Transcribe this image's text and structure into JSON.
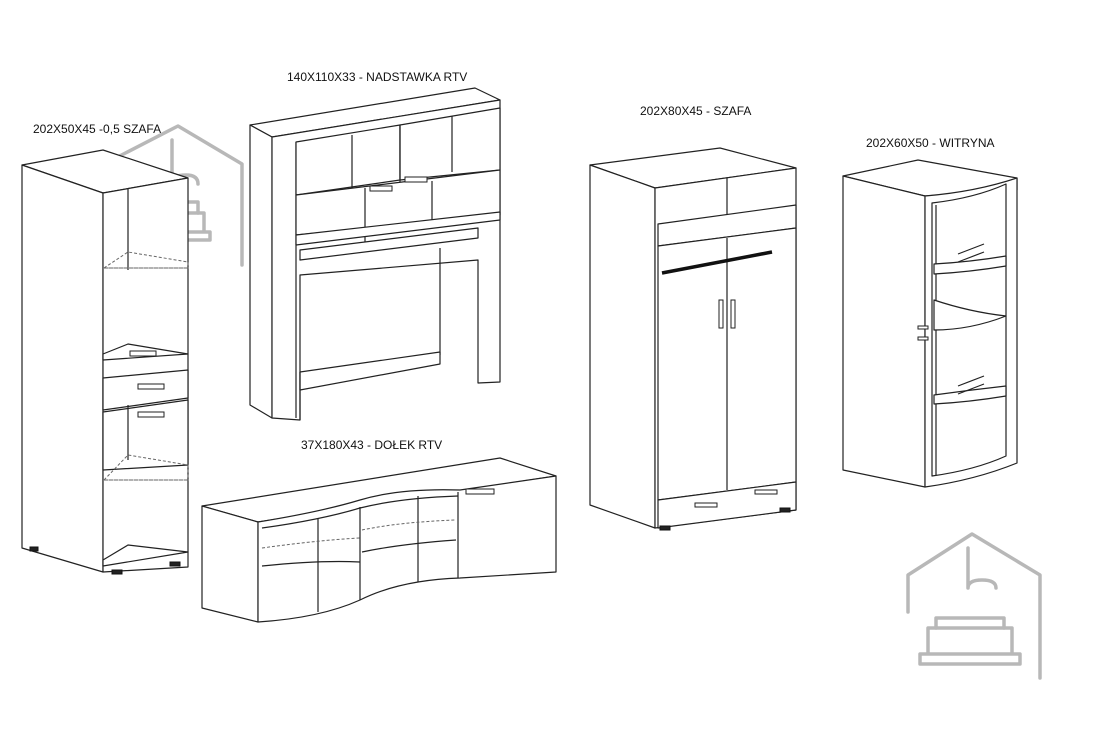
{
  "labels": {
    "half_wardrobe": "202X50X45 -0,5 SZAFA",
    "tv_top": "140X110X33 - NADSTAWKA RTV",
    "wardrobe": "202X80X45 - SZAFA",
    "display_cabinet": "202X60X50 - WITRYNA",
    "tv_stand": "37X180X43 - DOŁEK RTV"
  },
  "icons": {
    "watermark": "house-sofa-logo-icon"
  }
}
